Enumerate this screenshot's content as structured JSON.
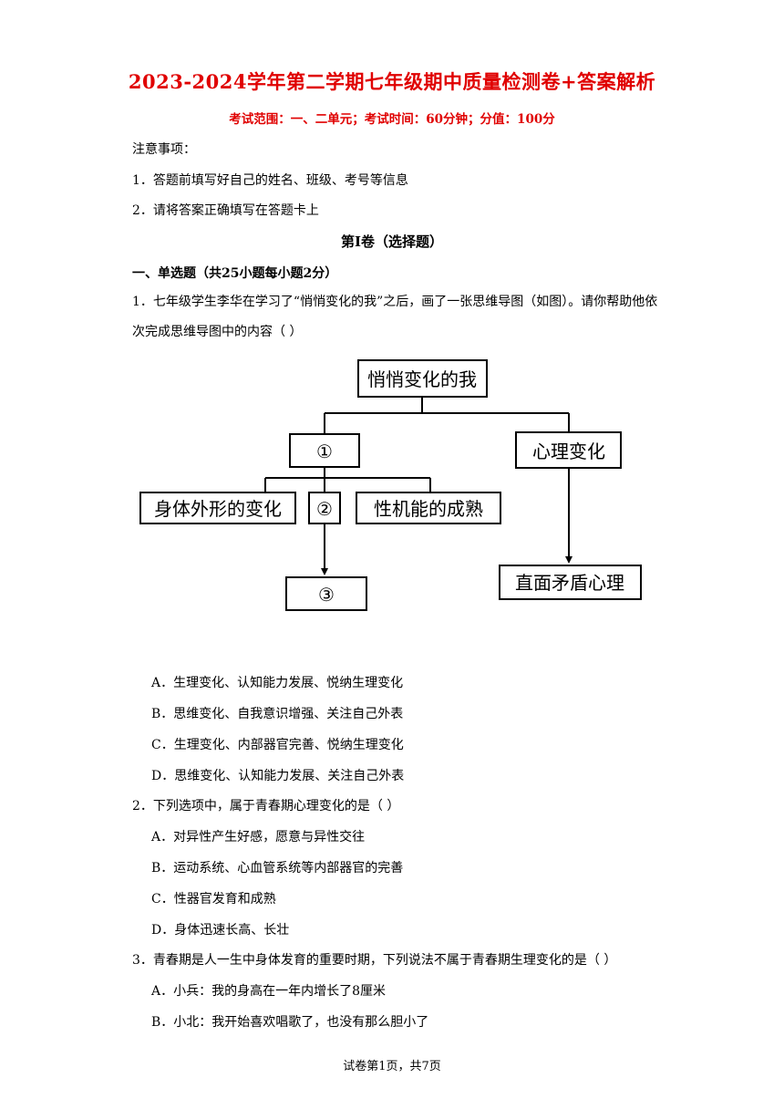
{
  "header": {
    "title": "2023-2024学年第二学期七年级期中质量检测卷+答案解析",
    "subtitle": "考试范围：一、二单元；考试时间：60分钟；分值：100分"
  },
  "notice": {
    "heading": "注意事项：",
    "items": [
      "1．答题前填写好自己的姓名、班级、考号等信息",
      "2．请将答案正确填写在答题卡上"
    ]
  },
  "section": {
    "volume_title": "第I卷（选择题）",
    "part_title": "一、单选题（共25小题每小题2分）"
  },
  "questions": [
    {
      "stem": "1．七年级学生李华在学习了“悄悄变化的我”之后，画了一张思维导图（如图）。请你帮助他依次完成思维导图中的内容（    ）",
      "options": [
        "A．生理变化、认知能力发展、悦纳生理变化",
        "B．思维变化、自我意识增强、关注自己外表",
        "C．生理变化、内部器官完善、悦纳生理变化",
        "D．思维变化、认知能力发展、关注自己外表"
      ]
    },
    {
      "stem": "2．下列选项中，属于青春期心理变化的是（    ）",
      "options": [
        "A．对异性产生好感，愿意与异性交往",
        "B．运动系统、心血管系统等内部器官的完善",
        "C．性器官发育和成熟",
        "D．身体迅速长高、长壮"
      ]
    },
    {
      "stem": "3．青春期是人一生中身体发育的重要时期，下列说法不属于青春期生理变化的是（    ）",
      "options": [
        "A．小兵：我的身高在一年内增长了8厘米",
        "B．小北：我开始喜欢唱歌了，也没有那么胆小了"
      ]
    }
  ],
  "mindmap": {
    "root": "悄悄变化的我",
    "blank1": "①",
    "right": "心理变化",
    "left": "身体外形的变化",
    "blank2": "②",
    "mid_right": "性机能的成熟",
    "blank3": "③",
    "right_child": "直面矛盾心理"
  },
  "footer": "试卷第1页，共7页"
}
